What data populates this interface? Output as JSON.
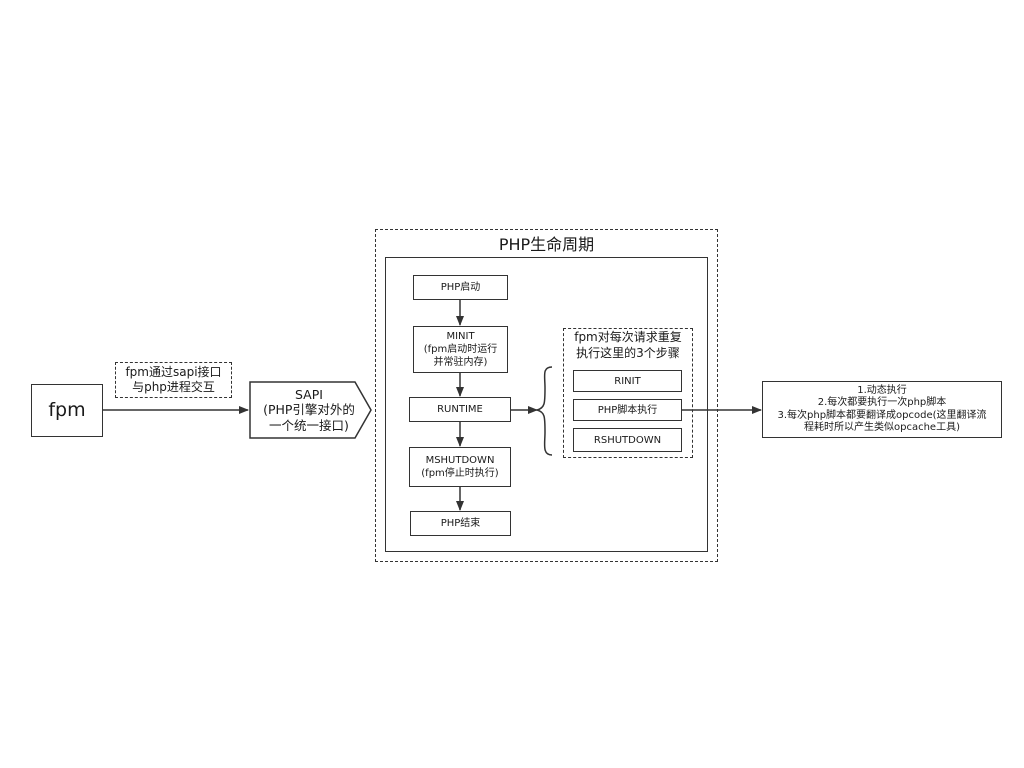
{
  "fpm": {
    "label": "fpm"
  },
  "fpm_sapi_note": {
    "line1": "fpm通过sapi接口",
    "line2": "与php进程交互"
  },
  "sapi": {
    "line1": "SAPI",
    "line2": "(PHP引擎对外的",
    "line3": "一个统一接口)"
  },
  "lifecycle": {
    "title": "PHP生命周期",
    "php_start": "PHP启动",
    "minit": {
      "line1": "MINIT",
      "line2": "(fpm启动时运行",
      "line3": "并常驻内存)"
    },
    "runtime": "RUNTIME",
    "mshutdown": {
      "line1": "MSHUTDOWN",
      "line2": "(fpm停止时执行)"
    },
    "php_end": "PHP结束"
  },
  "request_steps": {
    "title_line1": "fpm对每次请求重复",
    "title_line2": "执行这里的3个步骤",
    "rinit": "RINIT",
    "script_exec": "PHP脚本执行",
    "rshutdown": "RSHUTDOWN"
  },
  "notes": {
    "line1": "1.动态执行",
    "line2": "2.每次都要执行一次php脚本",
    "line3": "3.每次php脚本都要翻译成opcode(这里翻译流",
    "line4": "程耗时所以产生类似opcache工具)"
  }
}
